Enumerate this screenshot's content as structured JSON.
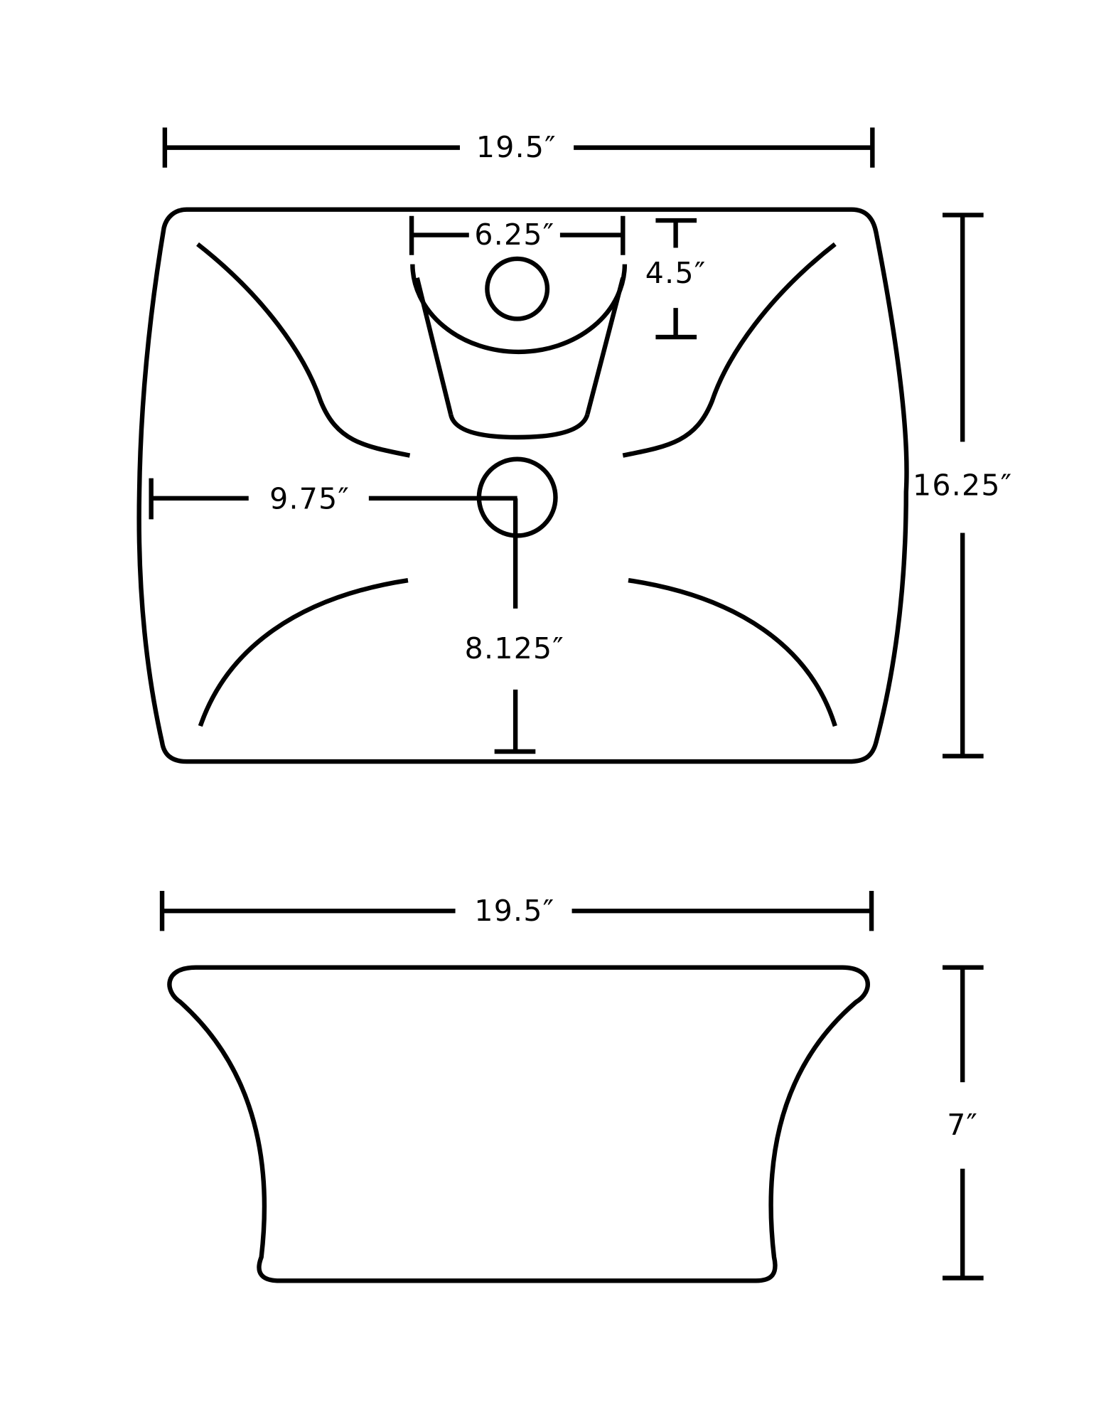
{
  "colors": {
    "line": "#000000",
    "background": "#ffffff"
  },
  "top_view": {
    "width_label": "19.5″",
    "depth_label": "16.25″",
    "faucet_deck_width_label": "6.25″",
    "faucet_hole_offset_label": "4.5″",
    "drain_x_label": "9.75″",
    "drain_y_label": "8.125″"
  },
  "side_view": {
    "width_label": "19.5″",
    "height_label": "7″"
  }
}
